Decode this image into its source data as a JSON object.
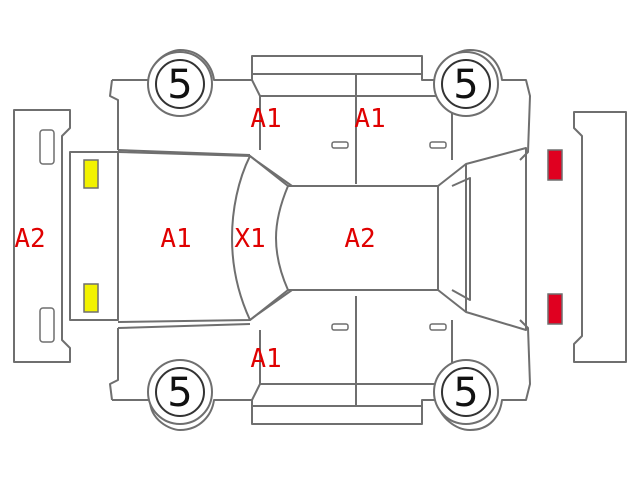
{
  "colors": {
    "outline": "#6f6f6f",
    "damage_text": "#e00000",
    "headlight": "#f2f200",
    "taillight": "#e00020"
  },
  "icons": {
    "headlights": "yellow-rectangle-icon",
    "taillights": "red-rectangle-icon"
  },
  "tires": {
    "front_left": "5",
    "rear_left": "5",
    "front_right": "5",
    "rear_right": "5"
  },
  "damage": {
    "front_bumper": "A2",
    "hood": "A1",
    "windshield_pillar": "X1",
    "roof": "A2",
    "front_door_top": "A1",
    "rear_door_top": "A1",
    "front_door_bottom": "A1"
  }
}
